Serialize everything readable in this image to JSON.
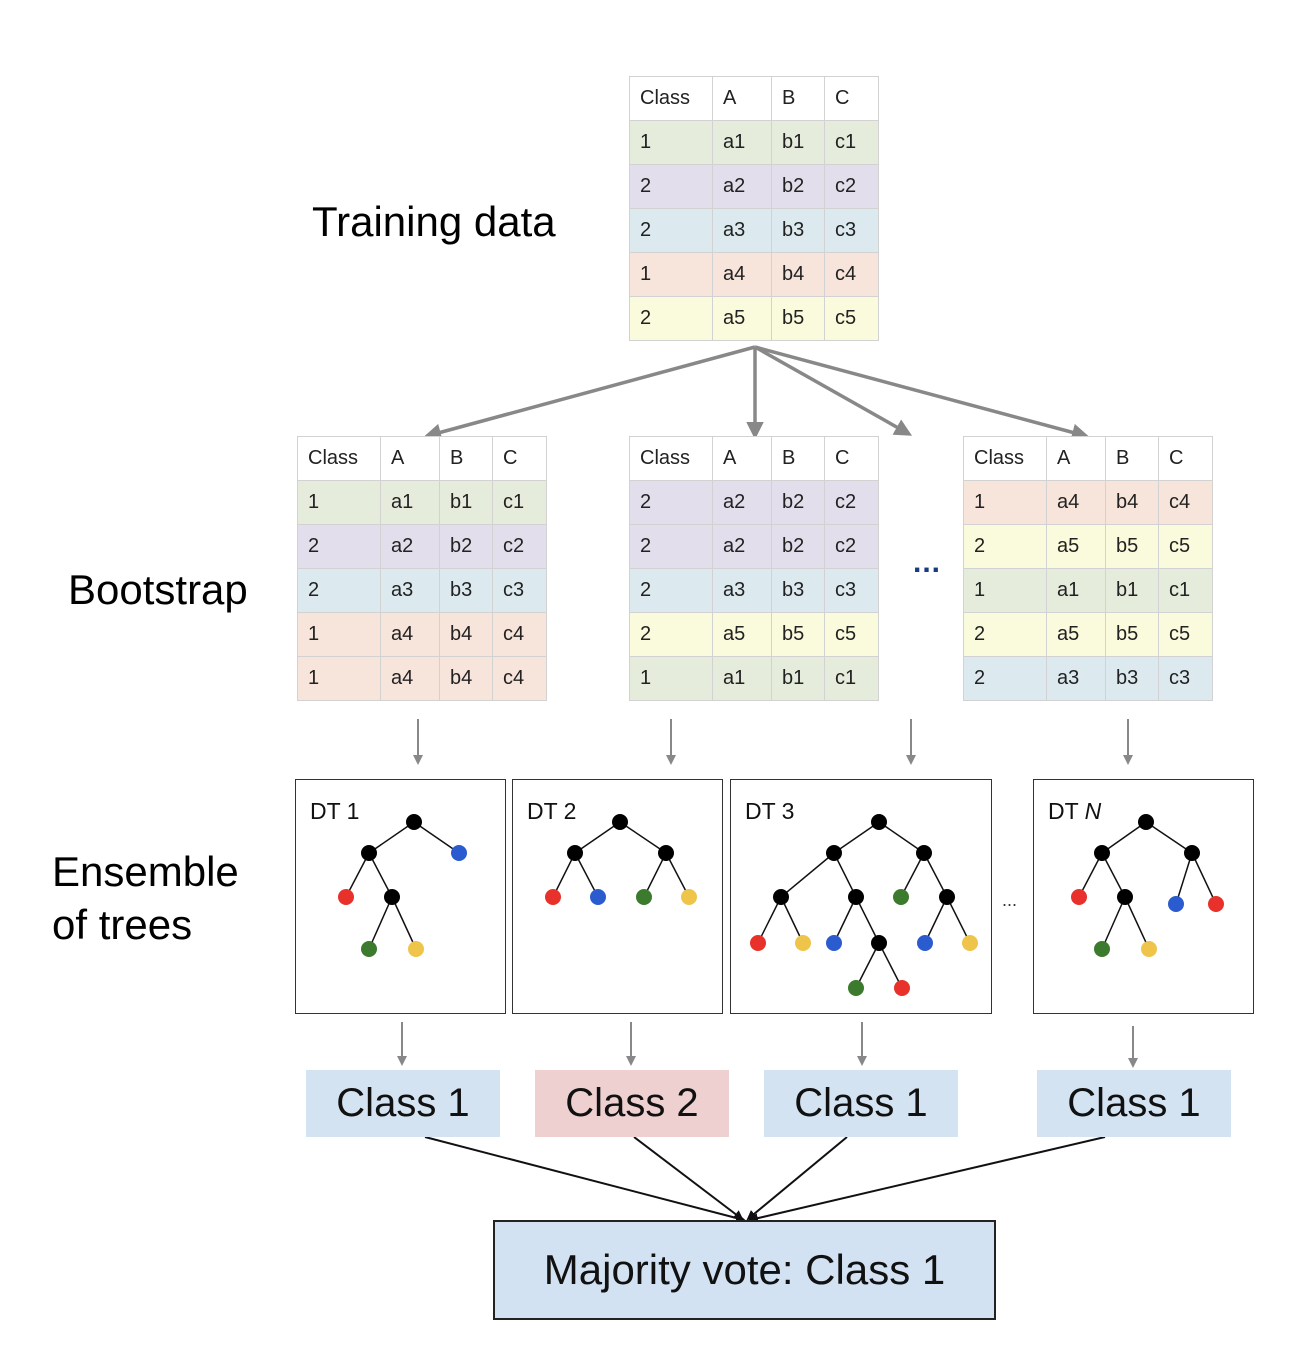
{
  "labels": {
    "training": "Training data",
    "bootstrap": "Bootstrap",
    "ensemble_line1": "Ensemble",
    "ensemble_line2": "of trees"
  },
  "colors": {
    "class1_a1": "#e6ecdc",
    "class2_a2": "#e2deeb",
    "class2_a3": "#dceaf0",
    "class1_a4": "#f7e4da",
    "class2_a5": "#fafadc",
    "red": "#e8312a",
    "blue": "#2a5ccf",
    "green": "#3c7a2e",
    "yellow": "#efc44a",
    "result_blue": "#d3e3f1",
    "result_pink": "#efd0d0"
  },
  "header": [
    "Class",
    "A",
    "B",
    "C"
  ],
  "training_table": [
    [
      "1",
      "a1",
      "b1",
      "c1"
    ],
    [
      "2",
      "a2",
      "b2",
      "c2"
    ],
    [
      "2",
      "a3",
      "b3",
      "c3"
    ],
    [
      "1",
      "a4",
      "b4",
      "c4"
    ],
    [
      "2",
      "a5",
      "b5",
      "c5"
    ]
  ],
  "bootstrap_tables": [
    [
      [
        "1",
        "a1",
        "b1",
        "c1"
      ],
      [
        "2",
        "a2",
        "b2",
        "c2"
      ],
      [
        "2",
        "a3",
        "b3",
        "c3"
      ],
      [
        "1",
        "a4",
        "b4",
        "c4"
      ],
      [
        "1",
        "a4",
        "b4",
        "c4"
      ]
    ],
    [
      [
        "2",
        "a2",
        "b2",
        "c2"
      ],
      [
        "2",
        "a2",
        "b2",
        "c2"
      ],
      [
        "2",
        "a3",
        "b3",
        "c3"
      ],
      [
        "2",
        "a5",
        "b5",
        "c5"
      ],
      [
        "1",
        "a1",
        "b1",
        "c1"
      ]
    ],
    [
      [
        "1",
        "a4",
        "b4",
        "c4"
      ],
      [
        "2",
        "a5",
        "b5",
        "c5"
      ],
      [
        "1",
        "a1",
        "b1",
        "c1"
      ],
      [
        "2",
        "a5",
        "b5",
        "c5"
      ],
      [
        "2",
        "a3",
        "b3",
        "c3"
      ]
    ]
  ],
  "ellipsis_bootstrap": "...",
  "ellipsis_trees": "...",
  "trees": [
    {
      "prefix": "DT 1",
      "suffix": ""
    },
    {
      "prefix": "DT 2",
      "suffix": ""
    },
    {
      "prefix": "DT 3",
      "suffix": ""
    },
    {
      "prefix": "DT ",
      "suffix": "N"
    }
  ],
  "results": [
    "Class 1",
    "Class 2",
    "Class 1",
    "Class 1"
  ],
  "majority_vote": "Majority vote: Class 1"
}
